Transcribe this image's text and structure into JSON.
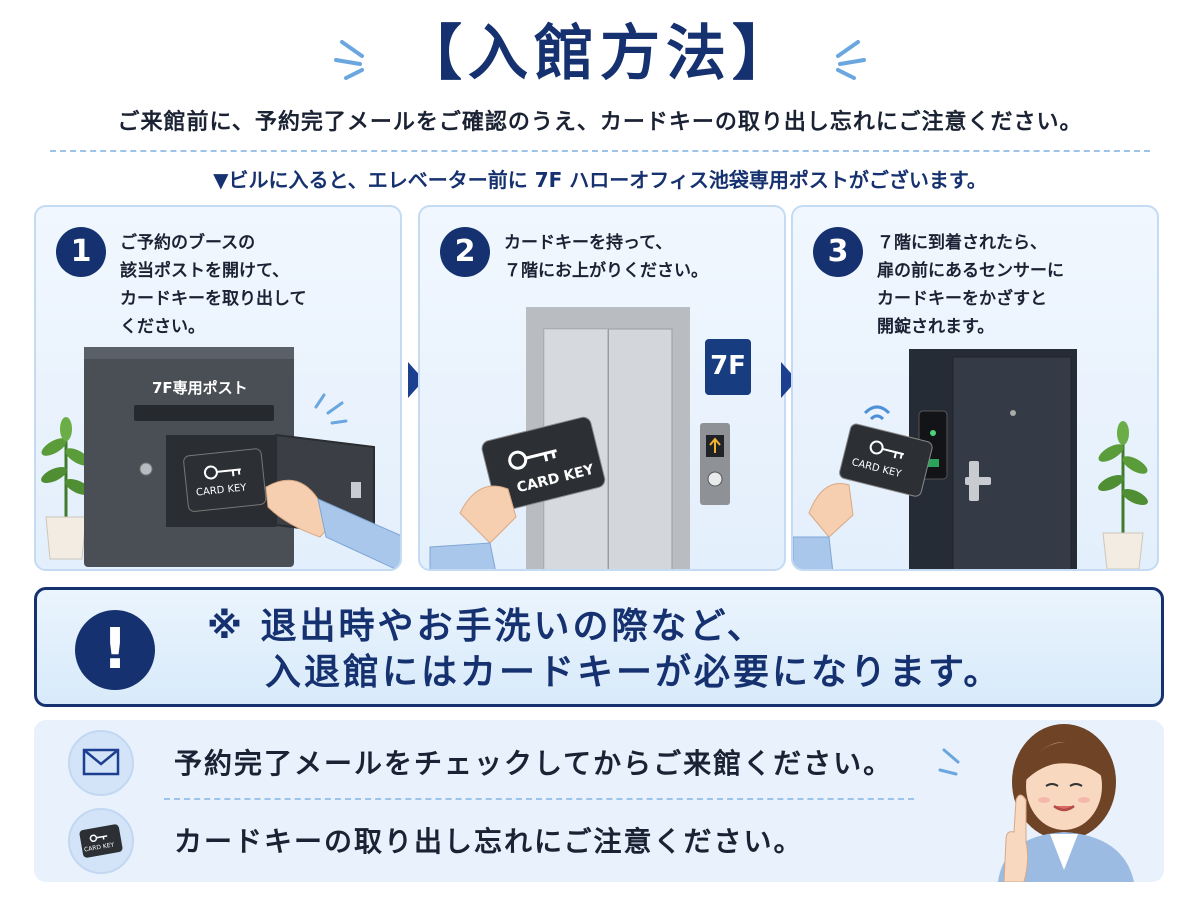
{
  "title": "【入館方法】",
  "subtitle": "ご来館前に、予約完了メールをご確認のうえ、カードキーの取り出し忘れにご注意ください。",
  "instruction": "▼ビルに入ると、エレベーター前に 7F ハローオフィス池袋専用ポストがございます。",
  "steps": [
    {
      "number": "1",
      "lines": [
        "ご予約のブースの",
        "該当ポストを開けて、",
        "カードキーを取り出して",
        "ください。"
      ],
      "post_label": "7F専用ポスト",
      "card_label": "CARD KEY"
    },
    {
      "number": "2",
      "lines": [
        "カードキーを持って、",
        "７階にお上がりください。"
      ],
      "floor_sign": "7F",
      "card_label": "CARD KEY"
    },
    {
      "number": "3",
      "lines": [
        "７階に到着されたら、",
        "扉の前にあるセンサーに",
        "カードキーをかざすと",
        "開錠されます。"
      ],
      "card_label": "CARD KEY"
    }
  ],
  "notice": {
    "icon": "!",
    "line1": "※ 退出時やお手洗いの際など、",
    "line2": "入退館にはカードキーが必要になります。"
  },
  "bottom": {
    "item1": {
      "icon": "envelope-icon",
      "text": "予約完了メールをチェックしてからご来館ください。"
    },
    "item2": {
      "icon": "card-key-icon",
      "card_label": "CARD KEY",
      "text": "カードキーの取り出し忘れにご注意ください。"
    }
  },
  "colors": {
    "navy": "#16316f",
    "light_blue": "#e3effc",
    "border": "#c4dbf3"
  }
}
